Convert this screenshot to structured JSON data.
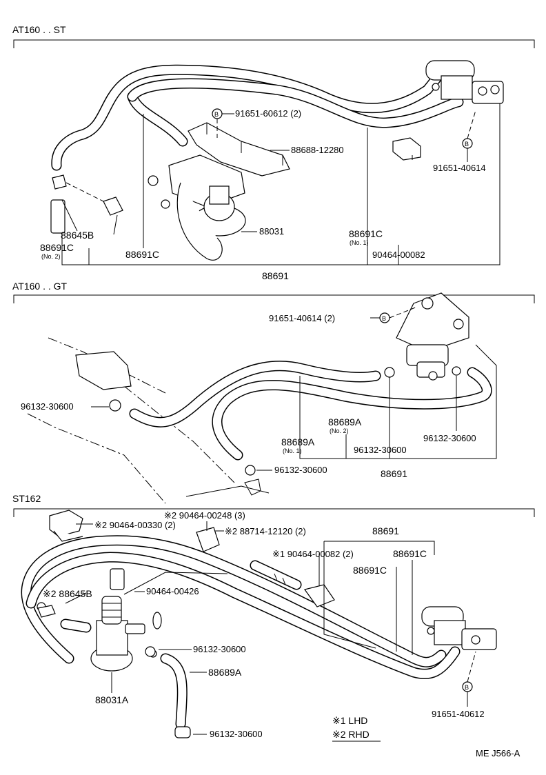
{
  "sections": {
    "s1_title": "AT160 . . ST",
    "s2_title": "AT160 . . GT",
    "s3_title": "ST162"
  },
  "parts_s1": {
    "p91651_60612": "91651-60612 (2)",
    "p88688": "88688-12280",
    "p91651_40614": "91651-40614",
    "p88645B": "88645B",
    "p88691C_no2": "88691C",
    "no2": "(No. 2)",
    "p88031": "88031",
    "p88691C_mid": "88691C",
    "p88691C_no1": "88691C",
    "no1": "(No. 1)",
    "p90464_00082": "90464-00082",
    "p88691": "88691",
    "bolt_mark": "B"
  },
  "parts_s2": {
    "p91651_40614": "91651-40614 (2)",
    "p96132_left": "96132-30600",
    "p88689A_no2": "88689A",
    "no2": "(No. 2)",
    "p88689A_no1": "88689A",
    "no1": "(No. 1)",
    "p96132_right": "96132-30600",
    "p96132_mid": "96132-30600",
    "p96132_bot": "96132-30600",
    "p88691": "88691",
    "bolt_mark": "B"
  },
  "parts_s3": {
    "p90464_00248": "※2 90464-00248 (3)",
    "p90464_00330": "※2 90464-00330 (2)",
    "p88714": "※2 88714-12120 (2)",
    "p88691": "88691",
    "p90464_00082": "※1 90464-00082 (2)",
    "p88691C_a": "88691C",
    "p88691C_b": "88691C",
    "p88645B": "※2 88645B",
    "p90464_00426": "90464-00426",
    "p96132_a": "96132-30600",
    "p88689A": "88689A",
    "p88031A": "88031A",
    "p96132_b": "96132-30600",
    "p91651_40612": "91651-40612",
    "bolt_mark": "B"
  },
  "legend": {
    "lhd": "※1 LHD",
    "rhd": "※2 RHD"
  },
  "footer": {
    "code": "ME J566-A"
  }
}
